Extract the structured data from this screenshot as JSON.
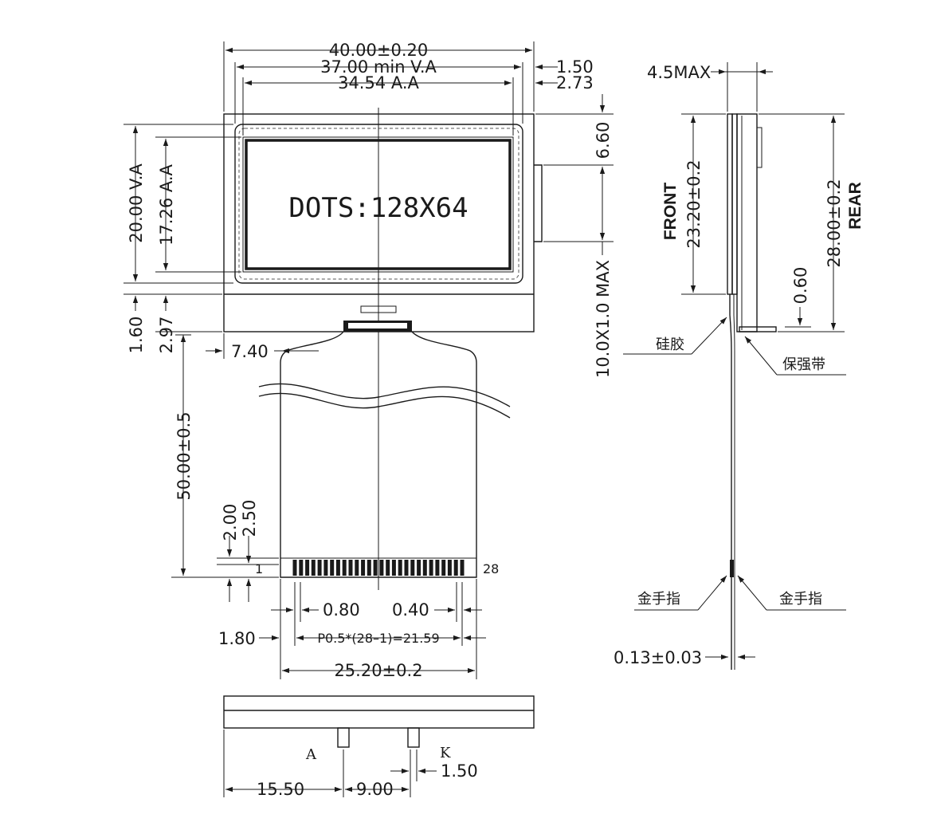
{
  "dims": {
    "w_total": "40.00±0.20",
    "w_va": "37.00 min V.A",
    "w_aa": "34.54 A.A",
    "off_150_top": "1.50",
    "off_273": "2.73",
    "h_va": "20.00 V.A",
    "h_aa": "17.26 A.A",
    "h_660": "6.60",
    "h_10max": "10.0X1.0 MAX",
    "h_160": "1.60",
    "h_297": "2.97",
    "w_740": "7.40",
    "h_fpc": "50.00±0.5",
    "h_200": "2.00",
    "h_250": "2.50",
    "w_080": "0.80",
    "w_040": "0.40",
    "w_180": "1.80",
    "pitch": "P0.5*(28–1)=21.59",
    "w_fpc": "25.20±0.2",
    "w_1550": "15.50",
    "w_900": "9.00",
    "w_150_bot": "1.50",
    "side_max": "4.5MAX",
    "side_front": "23.20±0.2",
    "side_rear": "28.00±0.2",
    "side_060": "0.60",
    "side_013": "0.13±0.03"
  },
  "labels": {
    "dots": "DOTS:128X64",
    "pin_first": "1",
    "pin_last": "28",
    "front": "FRONT",
    "rear": "REAR",
    "silicone": "硅胶",
    "stiffener": "保强带",
    "gold_finger_left": "金手指",
    "gold_finger_right": "金手指",
    "anode": "A",
    "cathode": "K"
  }
}
